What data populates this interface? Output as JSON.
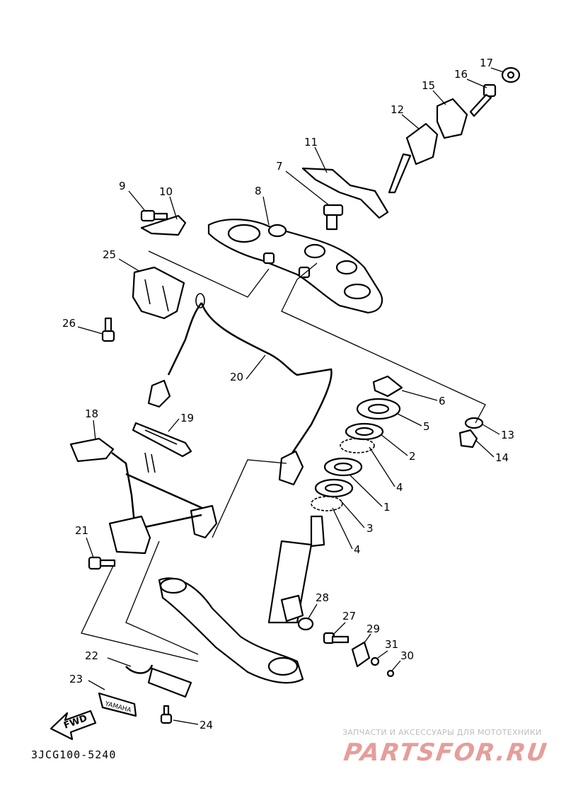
{
  "diagram": {
    "code": "3JCG100-5240",
    "callouts": [
      "1",
      "3",
      "4",
      "5",
      "2",
      "4",
      "6",
      "7",
      "8",
      "9",
      "10",
      "11",
      "12",
      "13",
      "14",
      "15",
      "16",
      "17",
      "18",
      "19",
      "20",
      "21",
      "22",
      "23",
      "24",
      "25",
      "26",
      "27",
      "28",
      "29",
      "30",
      "31"
    ],
    "fwd_arrow_label": "FWD",
    "emblem_label": "YAMAHA"
  },
  "watermark": {
    "caption": "ЗАПЧАСТИ И АКСЕССУАРЫ ДЛЯ МОТОТЕХНИКИ",
    "logo_text": "PARTSFOR.RU",
    "color": "#e59e9a"
  }
}
